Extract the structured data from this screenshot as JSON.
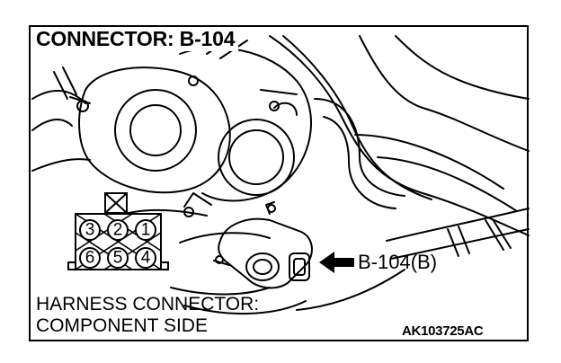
{
  "diagram": {
    "title": "CONNECTOR: B-104",
    "connector_label": "B-104(B)",
    "harness_line1": "HARNESS CONNECTOR:",
    "harness_line2": "COMPONENT SIDE",
    "figure_code": "AK103725AC",
    "pins_top": [
      "3",
      "2",
      "1"
    ],
    "pins_bottom": [
      "6",
      "5",
      "4"
    ]
  },
  "icons": {
    "connector_lock": "lock-tab-icon",
    "pointer": "left-arrow-icon"
  }
}
